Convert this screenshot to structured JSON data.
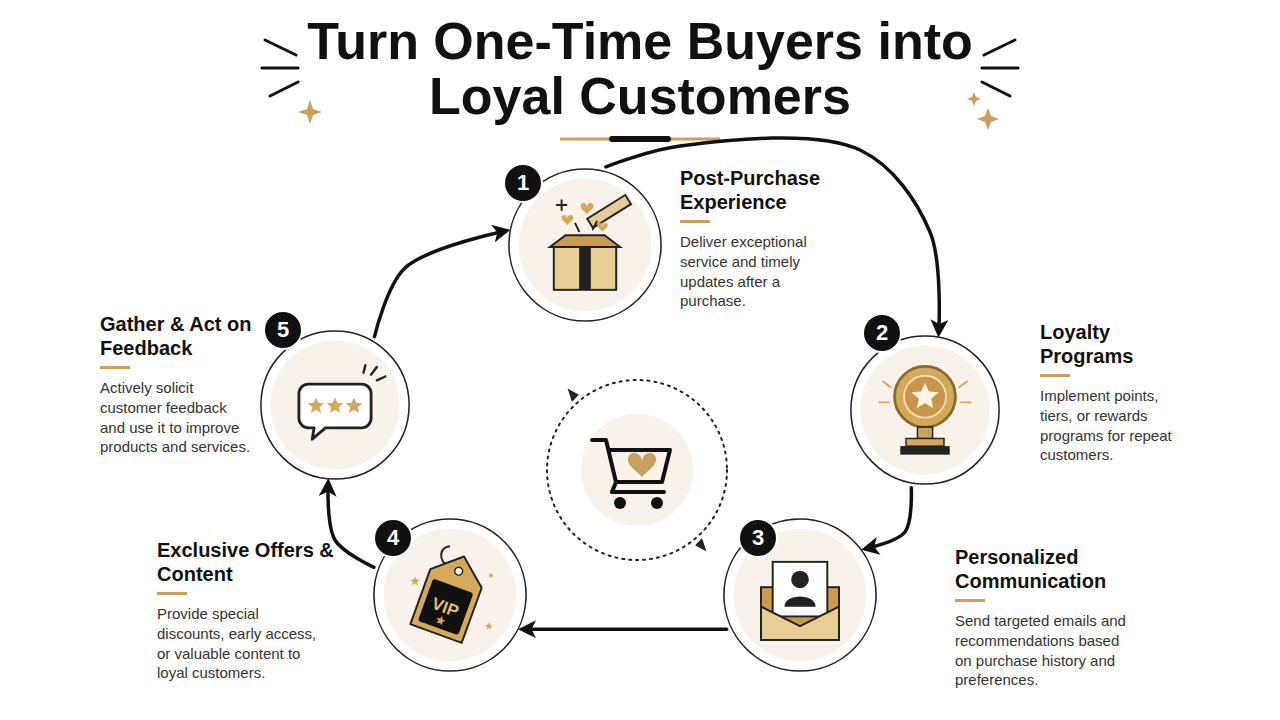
{
  "diagram": {
    "title": "Turn One-Time Buyers into Loyal Customers",
    "nodes": [
      {
        "text": [
          "Post-Purchase Experience",
          "Deliver exceptional service and timely updates after a purchase."
        ]
      },
      {
        "text": [
          "Loyalty Programs",
          "Implement points, tiers, or rewards programs for repeat customers."
        ]
      },
      {
        "text": [
          "Personalized Communication",
          "Send targeted emails and recommendations based on purchase history and preferences."
        ]
      },
      {
        "text": [
          "Exclusive Offers & Content",
          "Provide special discounts, early access, or valuable content to loyal customers."
        ]
      },
      {
        "text": [
          "Gather & Act on Feedback",
          "Actively solicit customer feedback and use it to improve products and services."
        ]
      }
    ],
    "edges": [
      {
        "from": 0,
        "to": 1,
        "arrow": "to"
      },
      {
        "from": 1,
        "to": 2,
        "arrow": "to"
      },
      {
        "from": 2,
        "to": 3,
        "arrow": "to"
      },
      {
        "from": 3,
        "to": 4,
        "arrow": "to"
      },
      {
        "from": 4,
        "to": 0,
        "arrow": "to"
      }
    ],
    "labels": [
      "1",
      "2",
      "3",
      "4",
      "5",
      "VIP"
    ]
  }
}
